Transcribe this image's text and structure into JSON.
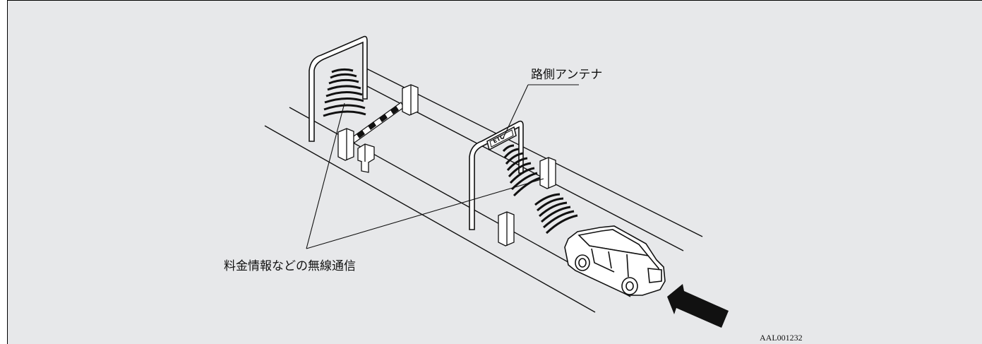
{
  "labels": {
    "roadside_antenna": "路側アンテナ",
    "wireless_comm": "料金情報などの無線通信",
    "figure_code": "AAL001232",
    "gantry_sign": "ETC"
  },
  "colors": {
    "background": "#e7e8ea",
    "line": "#111111",
    "fill": "#ffffff"
  }
}
